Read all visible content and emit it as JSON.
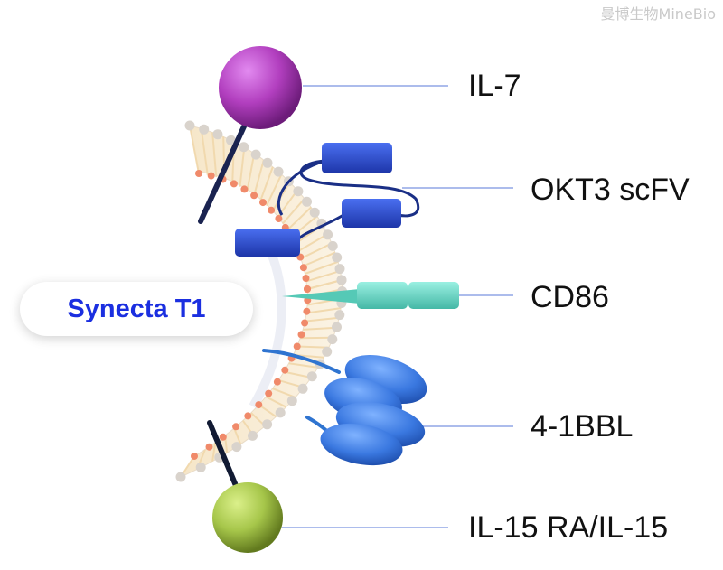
{
  "watermark": "曼博生物MineBio",
  "badge": {
    "text": "Synecta T1"
  },
  "components": {
    "il7": {
      "label": "IL-7",
      "color": "#b23fbf"
    },
    "okt3": {
      "label": "OKT3 scFV",
      "color": "#2f52d8"
    },
    "cd86": {
      "label": "CD86",
      "color": "#6fdccb"
    },
    "bbl": {
      "label": "4-1BBL",
      "color": "#3a78e0"
    },
    "il15": {
      "label": "IL-15 RA/IL-15",
      "color": "#a6c64a"
    }
  },
  "colors": {
    "leader_line": "#5a78d8",
    "membrane_head": "#d9d3cc",
    "membrane_inner_head": "#f08a6a",
    "badge_text": "#1b2fe0"
  }
}
